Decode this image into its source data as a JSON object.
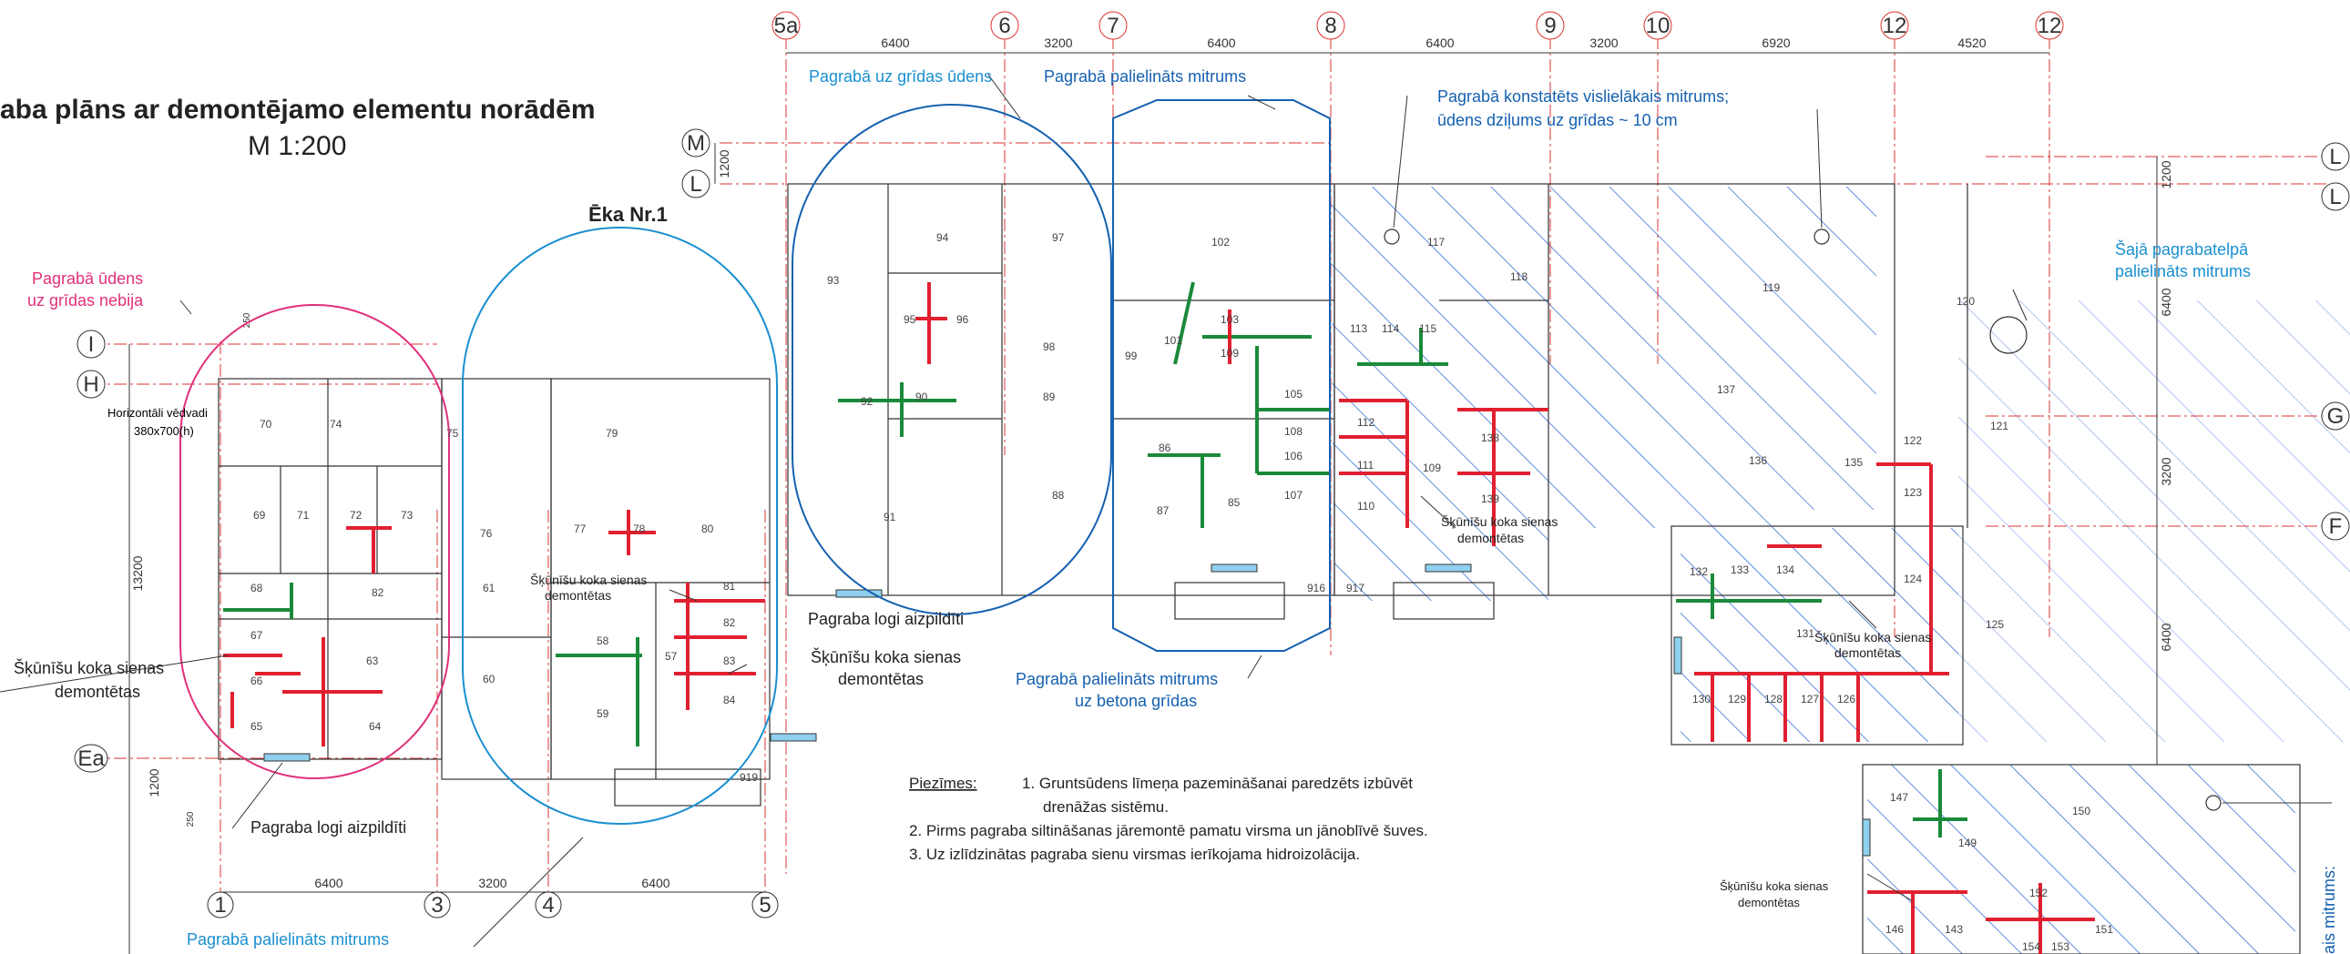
{
  "title": "aba plāns ar demontējamo elementu norādēm",
  "scale": "M 1:200",
  "building": "Ēka Nr.1",
  "colors": {
    "pink": "#e0307a",
    "blue": "#1a8fd0",
    "darkblue": "#1560b0",
    "red": "#e02030",
    "green": "#1a8a3a",
    "hatch": "#3a6fd8",
    "axis": "#d33"
  },
  "axes_top": [
    "5a",
    "6",
    "7",
    "8",
    "9",
    "10",
    "12",
    "12"
  ],
  "dims_top": [
    "6400",
    "3200",
    "6400",
    "6400",
    "3200",
    "6920",
    "4520"
  ],
  "axes_bottom": [
    "1",
    "3",
    "4",
    "5"
  ],
  "dims_bottom": [
    "6400",
    "3200",
    "6400"
  ],
  "axes_left": [
    "M",
    "L",
    "I",
    "H",
    "Ea"
  ],
  "axes_right": [
    "L",
    "L",
    "G",
    "F"
  ],
  "dims_left": [
    "1200",
    "13200",
    "1200",
    "250",
    "250"
  ],
  "dims_right": [
    "1200",
    "6400",
    "3200",
    "6400"
  ],
  "annotations": {
    "no_water": [
      "Pagrabā ūdens",
      "uz grīdas nebija"
    ],
    "horiz_ducts": [
      "Horizontāli vēdvadi",
      "380x700(h)"
    ],
    "water_on_floor": "Pagrabā uz grīdas ūdens",
    "increased_moisture_top": "Pagrabā palielināts mitrums",
    "highest_moisture": [
      "Pagrabā konstatēts vislielākais mitrums;",
      "ūdens dziļums uz grīdas ~ 10 cm"
    ],
    "room_moisture": [
      "Šajā pagrabatelpā",
      "palielināts mitrums"
    ],
    "walls_left": [
      "Šķūnīšu koka sienas",
      "demontētas"
    ],
    "walls_mid": [
      "Šķūnīšu koka sienas",
      "demontētas"
    ],
    "walls_mid2": [
      "Šķūnīšu koka sienas",
      "demontētas"
    ],
    "walls_right1": [
      "Šķūnīšu koka sienas",
      "demontētas"
    ],
    "walls_right2": [
      "Šķūnīšu koka sienas",
      "demontētas"
    ],
    "walls_right3": [
      "Šķūnīšu koka sienas",
      "demontētas"
    ],
    "windows_left": "Pagraba logi aizpildīti",
    "windows_mid": "Pagraba logi aizpildīti",
    "concrete_moisture": [
      "Pagrabā palielināts mitrums",
      "uz betona grīdas"
    ],
    "increased_moisture_bottom": "Pagrabā palielināts mitrums",
    "right_edge": "ais mitrums:"
  },
  "notes": {
    "heading": "Piezīmes:",
    "items": [
      "1. Gruntsūdens līmeņa pazemināšanai paredzēts izbūvēt",
      "drenāžas sistēmu.",
      "2. Pirms pagraba siltināšanas jāremontē pamatu virsma un jānoblīvē šuves.",
      "3.  Uz izlīdzinātas pagraba sienu virsmas ierīkojama hidroizolācija."
    ]
  },
  "rooms": [
    "70",
    "74",
    "75",
    "79",
    "69",
    "71",
    "72",
    "73",
    "76",
    "77",
    "78",
    "80",
    "68",
    "82",
    "61",
    "81",
    "67",
    "63",
    "66",
    "60",
    "57",
    "58",
    "82",
    "83",
    "65",
    "64",
    "59",
    "84",
    "94",
    "97",
    "102",
    "93",
    "95",
    "96",
    "98",
    "99",
    "101",
    "103",
    "109",
    "113",
    "114",
    "115",
    "117",
    "118",
    "119",
    "120",
    "92",
    "90",
    "89",
    "88",
    "86",
    "87",
    "85",
    "105",
    "106",
    "107",
    "108",
    "110",
    "111",
    "112",
    "109",
    "138",
    "139",
    "91",
    "136",
    "137",
    "135",
    "122",
    "121",
    "123",
    "132",
    "133",
    "134",
    "124",
    "131",
    "125",
    "130",
    "129",
    "128",
    "127",
    "126",
    "147",
    "149",
    "150",
    "146",
    "143",
    "152",
    "151",
    "154",
    "153",
    "916",
    "917",
    "919"
  ]
}
